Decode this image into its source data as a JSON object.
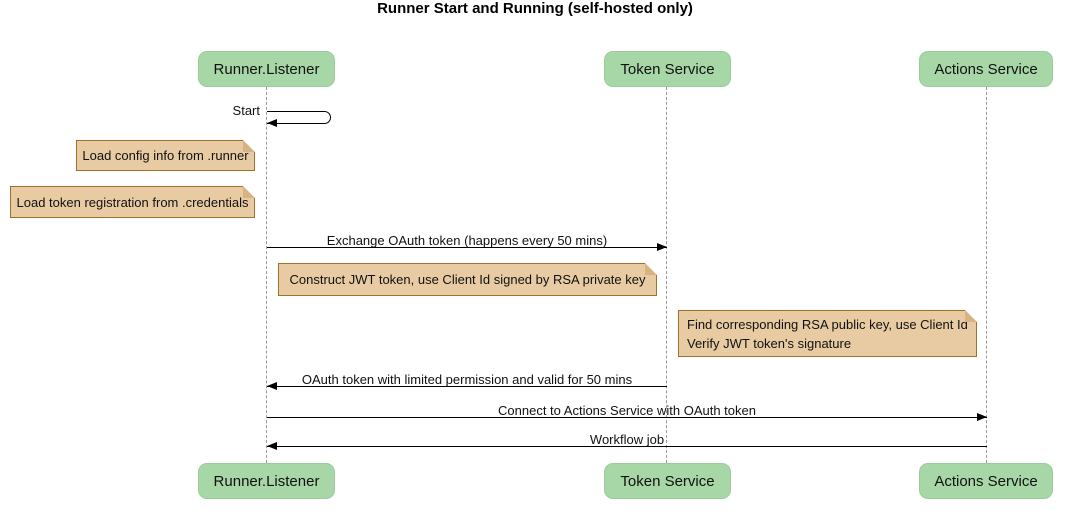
{
  "diagram": {
    "title": "Runner Start and Running (self-hosted only)",
    "actors": [
      {
        "name": "Runner.Listener"
      },
      {
        "name": "Token Service"
      },
      {
        "name": "Actions Service"
      }
    ],
    "messages": [
      {
        "from": "Runner.Listener",
        "to": "Runner.Listener",
        "label": "Start",
        "kind": "self"
      },
      {
        "from": "Runner.Listener",
        "to": "Token Service",
        "label": "Exchange OAuth token (happens every 50 mins)",
        "kind": "solid-arrow"
      },
      {
        "from": "Token Service",
        "to": "Runner.Listener",
        "label": "OAuth token with limited permission and valid for 50 mins",
        "kind": "solid-arrow"
      },
      {
        "from": "Runner.Listener",
        "to": "Actions Service",
        "label": "Connect to Actions Service with OAuth token",
        "kind": "solid-arrow"
      },
      {
        "from": "Actions Service",
        "to": "Runner.Listener",
        "label": "Workflow job",
        "kind": "solid-arrow"
      }
    ],
    "notes": [
      {
        "position": "left of Runner.Listener",
        "text": "Load config info from .runner"
      },
      {
        "position": "left of Runner.Listener",
        "text": "Load token registration from .credentials"
      },
      {
        "position": "over Runner.Listener and Token Service",
        "text": "Construct JWT token, use Client Id signed by RSA private key"
      },
      {
        "position": "left of Actions Service",
        "text": "Find corresponding RSA public key, use Client Id\nVerify JWT token's signature"
      }
    ],
    "colors": {
      "actor_fill": "#a7d7a7",
      "note_fill": "#e8cba3",
      "note_border": "#a0702c",
      "lifeline": "#999999",
      "arrow": "#000000",
      "background": "#ffffff"
    }
  }
}
